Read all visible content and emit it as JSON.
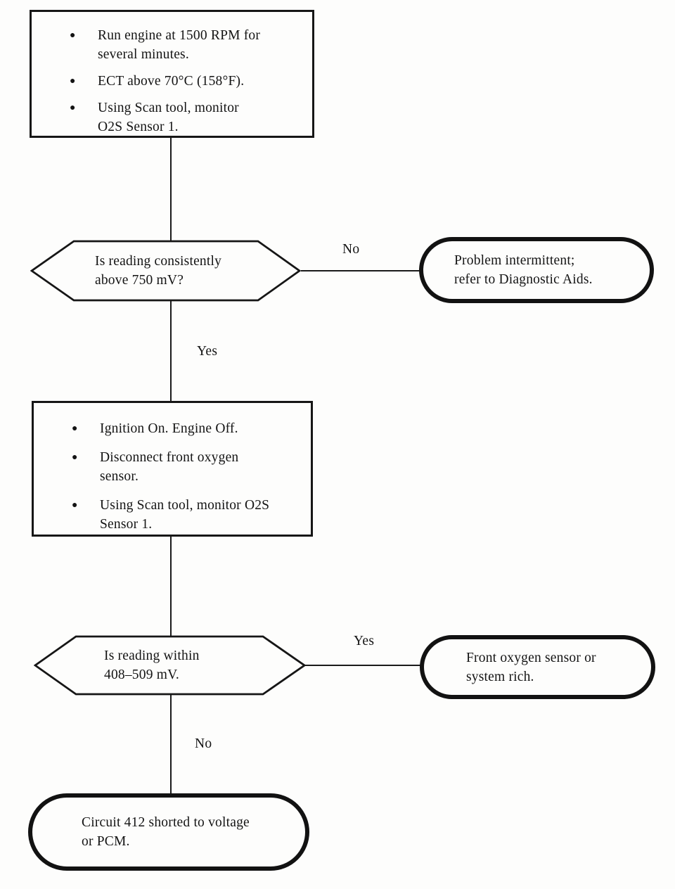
{
  "flowchart": {
    "step_box_1": {
      "bullets": [
        "Run engine at 1500 RPM for\nseveral minutes.",
        "ECT above 70°C (158°F).",
        "Using Scan tool, monitor\nO2S Sensor 1."
      ]
    },
    "decision_1": {
      "question": "Is reading consistently\nabove 750 mV?",
      "no_label": "No",
      "yes_label": "Yes"
    },
    "terminal_1": {
      "text": "Problem intermittent;\nrefer to Diagnostic Aids."
    },
    "step_box_2": {
      "bullets": [
        "Ignition On. Engine Off.",
        "Disconnect front oxygen\nsensor.",
        "Using Scan tool, monitor O2S\nSensor 1."
      ]
    },
    "decision_2": {
      "question": "Is reading within\n408–509 mV.",
      "yes_label": "Yes",
      "no_label": "No"
    },
    "terminal_2": {
      "text": "Front oxygen sensor or\nsystem rich."
    },
    "terminal_3": {
      "text": "Circuit 412 shorted to voltage\nor PCM."
    },
    "colors": {
      "line": "#1a1a1a",
      "text": "#141414",
      "background": "#fdfdfc"
    },
    "bullet_glyph": "●"
  }
}
